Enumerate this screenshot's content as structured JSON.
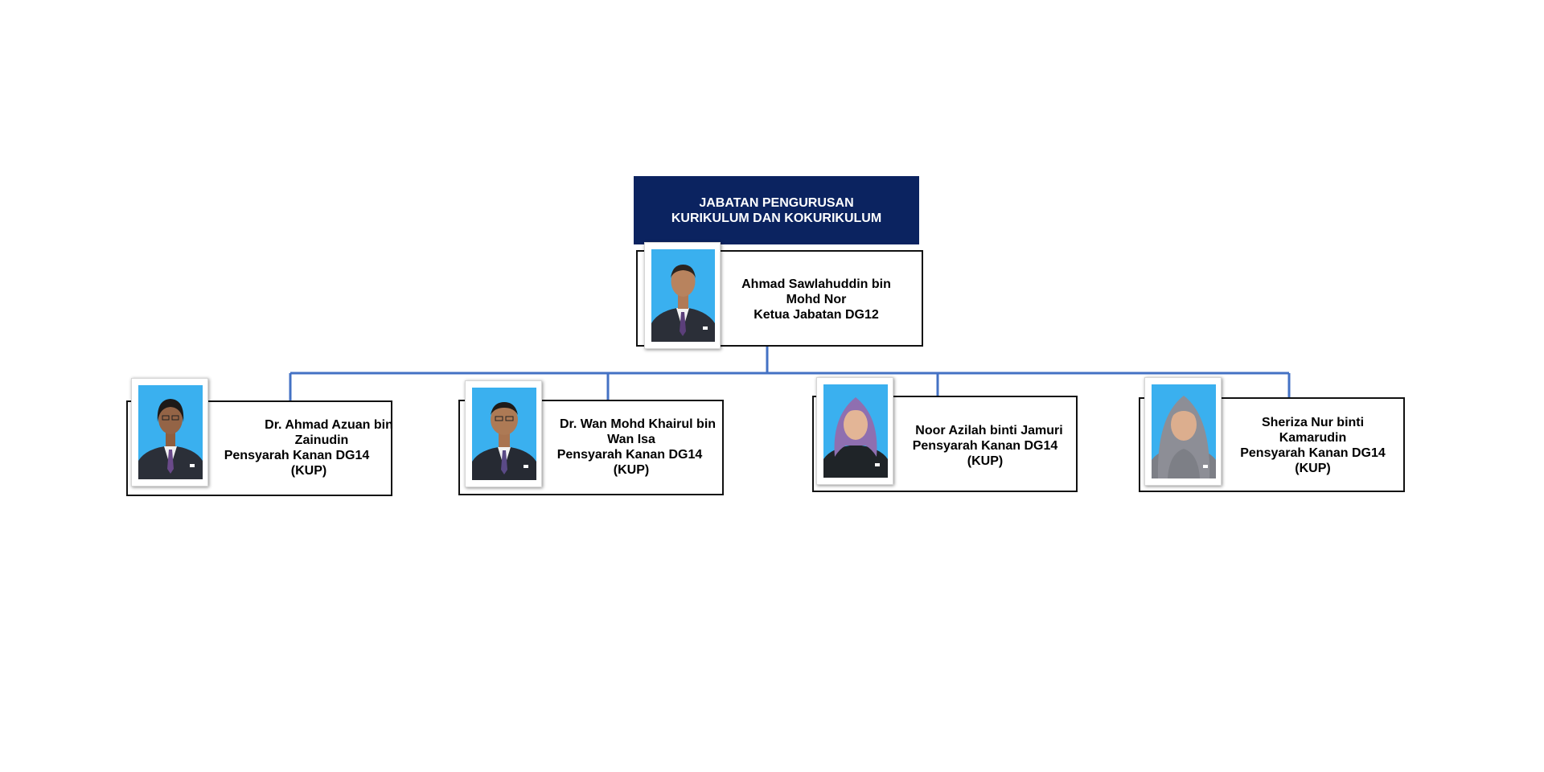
{
  "department": {
    "title_line1": "JABATAN PENGURUSAN",
    "title_line2": "KURIKULUM DAN KOKURIKULUM"
  },
  "head": {
    "name_line1": "Ahmad Sawlahuddin bin",
    "name_line2": "Mohd Nor",
    "position": "Ketua Jabatan DG12"
  },
  "members": [
    {
      "name_line1": "Dr. Ahmad Azuan bin",
      "name_line2": "Zainudin",
      "position": "Pensyarah Kanan DG14",
      "unit": "(KUP)"
    },
    {
      "name_line1": "Dr. Wan Mohd Khairul bin",
      "name_line2": "Wan Isa",
      "position": "Pensyarah Kanan DG14",
      "unit": "(KUP)"
    },
    {
      "name_line1": "Noor Azilah binti Jamuri",
      "position": "Pensyarah Kanan DG14",
      "unit": "(KUP)"
    },
    {
      "name_line1": "Sheriza Nur binti",
      "name_line2": "Kamarudin",
      "position": "Pensyarah Kanan DG14",
      "unit": "(KUP)"
    }
  ],
  "colors": {
    "title_bg": "#0b2360",
    "connector": "#4472c4",
    "photo_bg": "#3ab0ef"
  },
  "icons": {
    "photo": "person-portrait-icon"
  }
}
